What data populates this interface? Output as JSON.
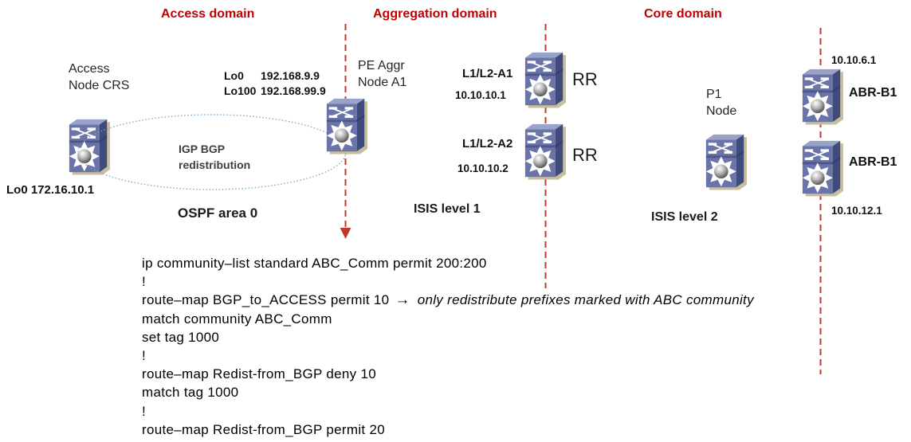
{
  "domains": {
    "access": "Access domain",
    "aggregation": "Aggregation domain",
    "core": "Core domain"
  },
  "nodes": {
    "access_crs": {
      "name_line1": "Access",
      "name_line2": "Node CRS",
      "loopback": "Lo0 172.16.10.1"
    },
    "pe_aggr": {
      "name_line1": "PE Aggr",
      "name_line2": "Node A1",
      "loopbacks": [
        {
          "if": "Lo0",
          "ip": "192.168.9.9"
        },
        {
          "if": "Lo100",
          "ip": "192.168.99.9"
        }
      ]
    },
    "l1l2_a1": {
      "name": "L1/L2-A1",
      "ip": "10.10.10.1",
      "role": "RR"
    },
    "l1l2_a2": {
      "name": "L1/L2-A2",
      "ip": "10.10.10.2",
      "role": "RR"
    },
    "p1": {
      "name_line1": "P1",
      "name_line2": "Node"
    },
    "abr_b1_top": {
      "name": "ABR-B1",
      "ip": "10.10.6.1"
    },
    "abr_b1_bottom": {
      "name": "ABR-B1",
      "ip": "10.10.12.1"
    }
  },
  "annotations": {
    "redistribution": {
      "line1": "IGP BGP",
      "line2": "redistribution"
    },
    "ospf_area": "OSPF area 0",
    "isis_level1": "ISIS level 1",
    "isis_level2": "ISIS level 2"
  },
  "config": {
    "line_01": "ip community–list standard ABC_Comm permit 200:200",
    "line_02": "!",
    "line_03_command": "route–map BGP_to_ACCESS permit 10",
    "line_03_arrow": "→",
    "line_03_comment": "only redistribute prefixes marked with ABC community",
    "line_04": "match community ABC_Comm",
    "line_05": "set tag 1000",
    "line_06": "!",
    "line_07": "route–map Redist-from_BGP deny 10",
    "line_08": "match tag 1000",
    "line_09": "!",
    "line_10": "route–map Redist-from_BGP permit 20"
  },
  "colors": {
    "domain_label": "#c00000",
    "boundary_line": "#c0392b",
    "annotation_gray": "#3f3f3f",
    "ellipse_stroke": "#7ca6c6",
    "router_front": "#6a74a8",
    "router_side": "#3f4a7d",
    "router_top": "#99a2c9",
    "router_seam": "#4d5789",
    "router_shadow": "#c9be9b"
  }
}
